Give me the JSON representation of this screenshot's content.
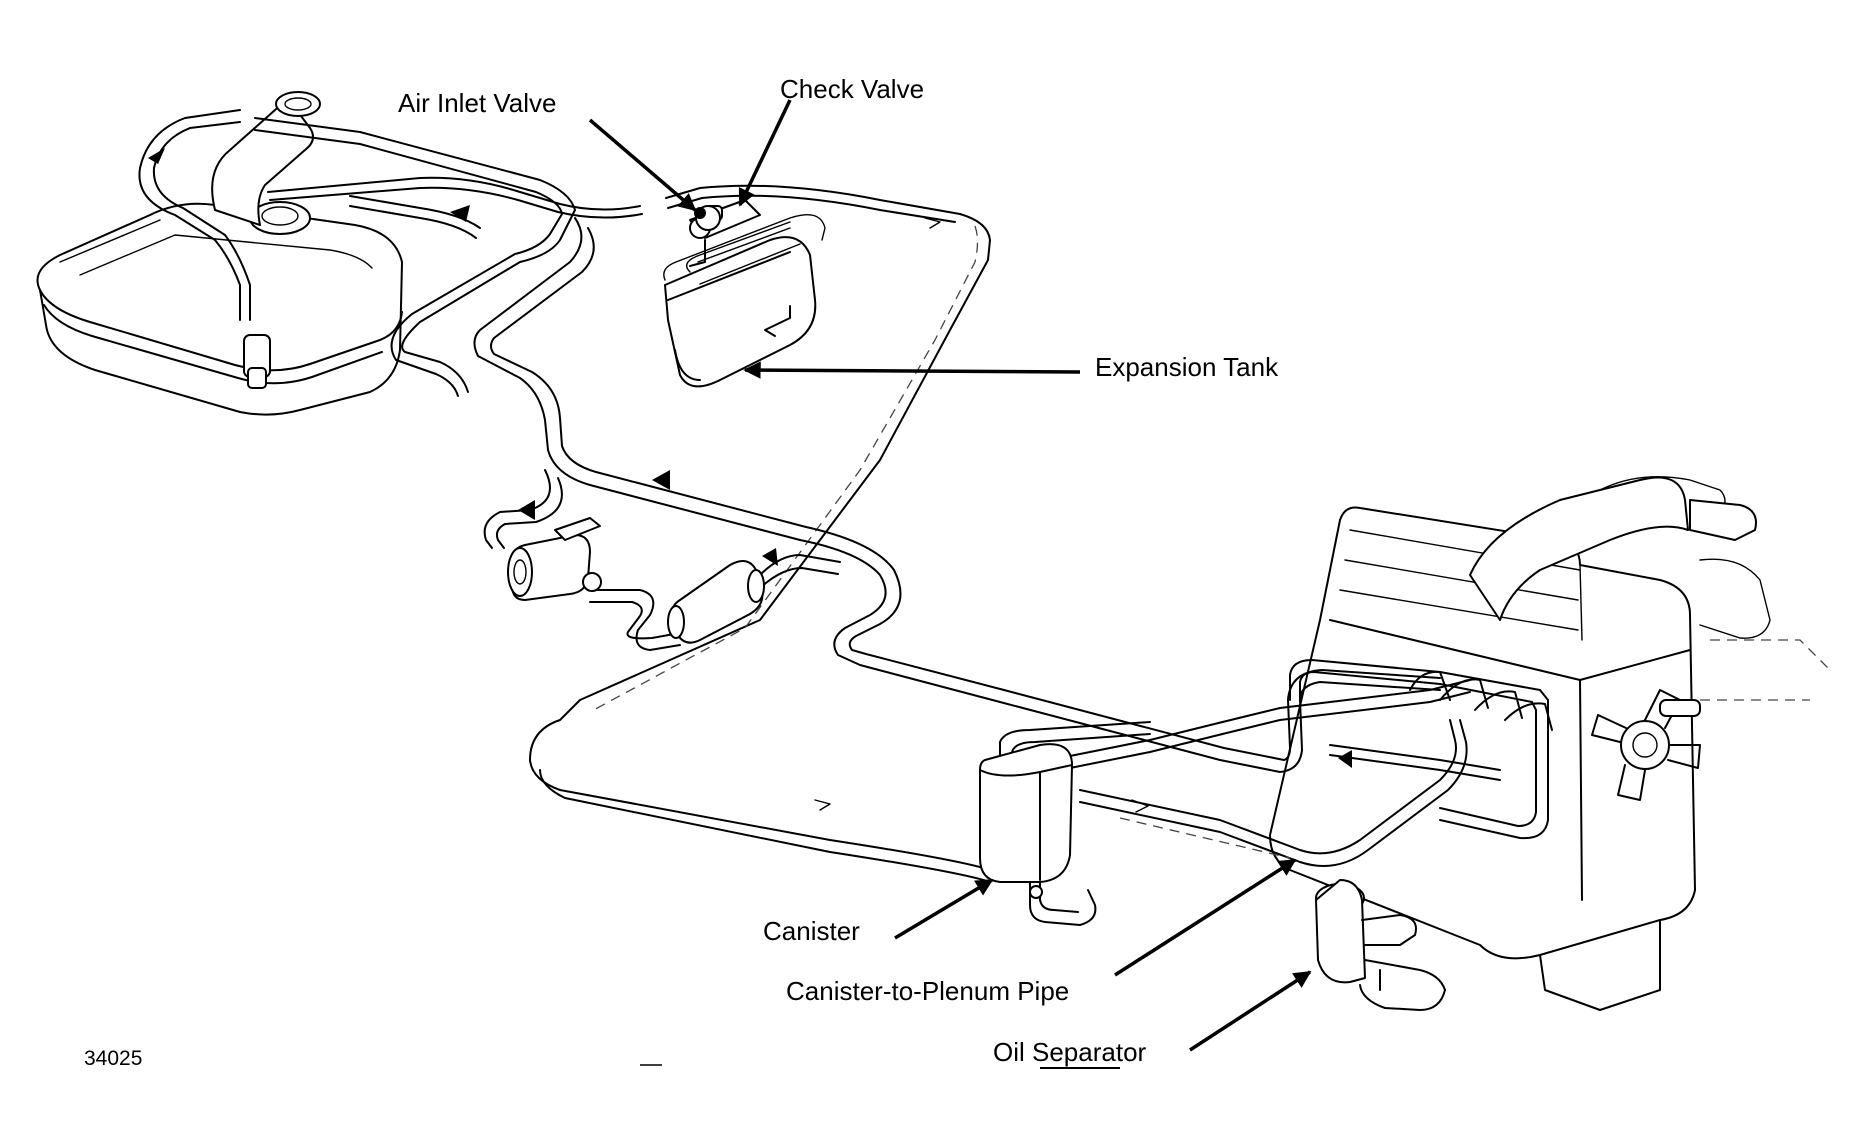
{
  "labels": {
    "air_inlet_valve": "Air Inlet Valve",
    "check_valve": "Check Valve",
    "expansion_tank": "Expansion Tank",
    "canister": "Canister",
    "canister_to_plenum_pipe": "Canister-to-Plenum Pipe",
    "oil_separator": "Oil Separator"
  },
  "figure_number": "34025"
}
